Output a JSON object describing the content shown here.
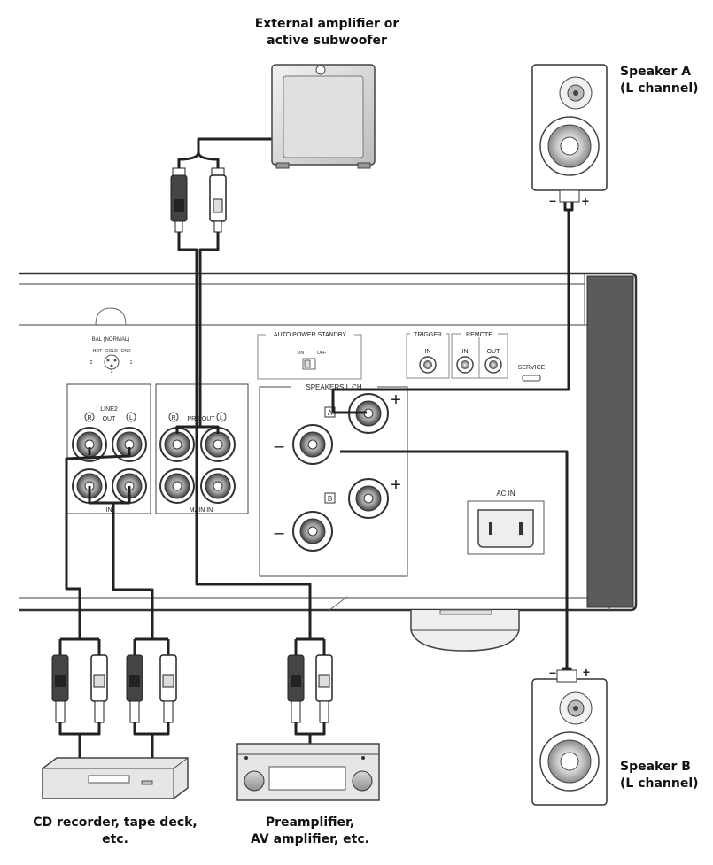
{
  "captions": {
    "external_amp": [
      "External amplifier or",
      "active subwoofer"
    ],
    "speaker_a": [
      "Speaker A",
      "(L channel)"
    ],
    "speaker_b": [
      "Speaker B",
      "(L channel)"
    ],
    "cd_recorder": [
      "CD recorder, tape deck,",
      "etc."
    ],
    "preamplifier": [
      "Preamplifier,",
      "AV amplifier, etc."
    ]
  },
  "panel": {
    "bal_normal": "BAL (NORMAL)",
    "bal_pins": [
      "HOT",
      "COLD",
      "GND"
    ],
    "bal_nums": [
      "2",
      "3",
      "1"
    ],
    "line2_title": "LINE2",
    "line2_out": "OUT",
    "line2_in": "IN",
    "pre_out": "PRE OUT",
    "main_in": "MAIN IN",
    "channel_r": "R",
    "channel_l": "L",
    "auto_power_standby": "AUTO POWER STANDBY",
    "on": "ON",
    "off": "OFF",
    "trigger": "TRIGGER",
    "remote": "REMOTE",
    "in": "IN",
    "out": "OUT",
    "service": "SERVICE",
    "speakers_l_ch": "SPEAKERS L CH",
    "speaker_a_tag": "A",
    "speaker_b_tag": "B",
    "plus": "+",
    "minus": "–",
    "ac_in": "AC IN"
  }
}
